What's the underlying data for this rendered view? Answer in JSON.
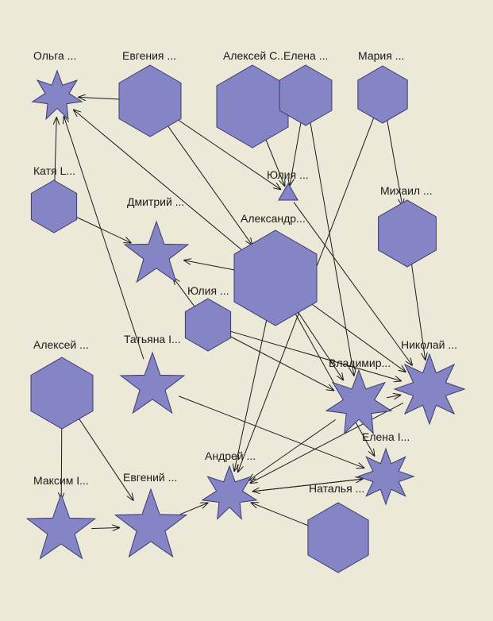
{
  "colors": {
    "background": "#ece9d8",
    "node_fill": "#8585c6",
    "node_stroke": "#3a3a70",
    "edge": "#1a1a1a",
    "text": "#1a1a1a"
  },
  "nodes": [
    {
      "id": "olga",
      "label": "Ольга ...",
      "shape": "star7"
    },
    {
      "id": "evgenia",
      "label": "Евгения ...",
      "shape": "hexagon"
    },
    {
      "id": "alexey_c",
      "label": "Алексей С...",
      "shape": "hexagon"
    },
    {
      "id": "elena_top",
      "label": "Елена ...",
      "shape": "hexagon"
    },
    {
      "id": "maria",
      "label": "Мария ...",
      "shape": "hexagon"
    },
    {
      "id": "yulia_top",
      "label": "Юлия ...",
      "shape": "triangle"
    },
    {
      "id": "katya",
      "label": "Катя L...",
      "shape": "hexagon"
    },
    {
      "id": "mikhail",
      "label": "Михаил ...",
      "shape": "hexagon"
    },
    {
      "id": "dmitry",
      "label": "Дмитрий ...",
      "shape": "star5"
    },
    {
      "id": "alexandr",
      "label": "Александр...",
      "shape": "hexagon"
    },
    {
      "id": "yulia_mid",
      "label": "Юлия ...",
      "shape": "hexagon"
    },
    {
      "id": "alexey_left",
      "label": "Алексей ...",
      "shape": "hexagon"
    },
    {
      "id": "tatyana",
      "label": "Татьяна I...",
      "shape": "star5"
    },
    {
      "id": "nikolay",
      "label": "Николай ...",
      "shape": "star8"
    },
    {
      "id": "vladimir",
      "label": "Владимир...",
      "shape": "star7"
    },
    {
      "id": "elena_mid",
      "label": "Елена I...",
      "shape": "star8"
    },
    {
      "id": "andrey",
      "label": "Андрей ...",
      "shape": "star7"
    },
    {
      "id": "maxim",
      "label": "Максим I...",
      "shape": "star5"
    },
    {
      "id": "evgeny",
      "label": "Евгений ...",
      "shape": "star5"
    },
    {
      "id": "natalya",
      "label": "Наталья ...",
      "shape": "hexagon"
    }
  ],
  "edges": [
    [
      "evgenia",
      "olga"
    ],
    [
      "katya",
      "olga"
    ],
    [
      "tatyana",
      "olga"
    ],
    [
      "alexandr",
      "olga"
    ],
    [
      "evgenia",
      "yulia_top"
    ],
    [
      "alexey_c",
      "yulia_top"
    ],
    [
      "elena_top",
      "yulia_top"
    ],
    [
      "evgenia",
      "alexandr"
    ],
    [
      "katya",
      "dmitry"
    ],
    [
      "alexandr",
      "dmitry"
    ],
    [
      "yulia_mid",
      "dmitry"
    ],
    [
      "mikhail",
      "nikolay"
    ],
    [
      "maria",
      "mikhail"
    ],
    [
      "elena_top",
      "vladimir"
    ],
    [
      "yulia_top",
      "nikolay"
    ],
    [
      "maria",
      "andrey"
    ],
    [
      "alexandr",
      "vladimir"
    ],
    [
      "alexandr",
      "nikolay"
    ],
    [
      "alexandr",
      "elena_mid"
    ],
    [
      "yulia_mid",
      "vladimir"
    ],
    [
      "yulia_mid",
      "nikolay"
    ],
    [
      "tatyana",
      "elena_mid"
    ],
    [
      "vladimir",
      "nikolay"
    ],
    [
      "vladimir",
      "andrey"
    ],
    [
      "elena_mid",
      "andrey"
    ],
    [
      "natalya",
      "andrey"
    ],
    [
      "alexandr",
      "andrey"
    ],
    [
      "nikolay",
      "andrey"
    ],
    [
      "alexey_left",
      "maxim"
    ],
    [
      "alexey_left",
      "evgeny"
    ],
    [
      "evgeny",
      "andrey"
    ],
    [
      "maxim",
      "evgeny"
    ],
    [
      "andrey",
      "elena_mid"
    ]
  ]
}
